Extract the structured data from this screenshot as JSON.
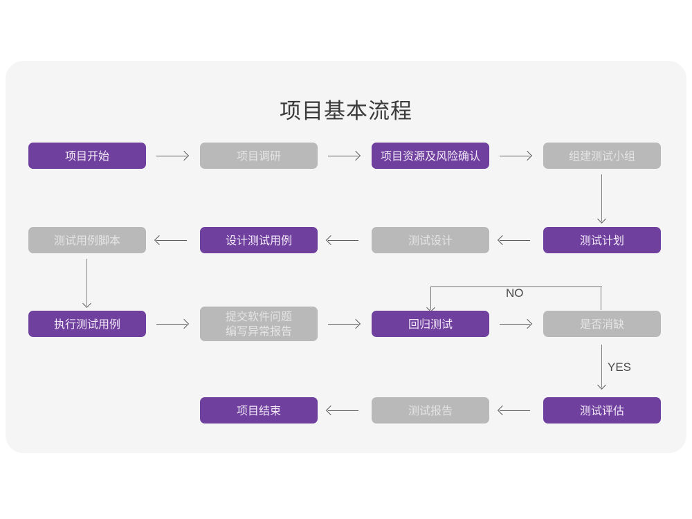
{
  "page": {
    "title": "项目基本流程",
    "background_color": "#ffffff",
    "panel_color": "#f5f5f5"
  },
  "theme": {
    "purple": "#70409f",
    "purple_text": "#f2e9f7",
    "gray": "#b9b9b9",
    "gray_text": "#e4e4e4",
    "arrow_color": "#5a5a5a",
    "title_color": "#3a3a3a"
  },
  "flow": {
    "nodes": [
      {
        "id": "n1",
        "label": "项目开始",
        "style": "purple",
        "row": 1,
        "col": 1
      },
      {
        "id": "n2",
        "label": "项目调研",
        "style": "gray",
        "row": 1,
        "col": 2
      },
      {
        "id": "n3",
        "label": "项目资源及风险确认",
        "style": "purple",
        "row": 1,
        "col": 3
      },
      {
        "id": "n4",
        "label": "组建测试小组",
        "style": "gray",
        "row": 1,
        "col": 4
      },
      {
        "id": "n5",
        "label": "测试用例脚本",
        "style": "gray",
        "row": 2,
        "col": 1
      },
      {
        "id": "n6",
        "label": "设计测试用例",
        "style": "purple",
        "row": 2,
        "col": 2
      },
      {
        "id": "n7",
        "label": "测试设计",
        "style": "gray",
        "row": 2,
        "col": 3
      },
      {
        "id": "n8",
        "label": "测试计划",
        "style": "purple",
        "row": 2,
        "col": 4
      },
      {
        "id": "n9",
        "label": "执行测试用例",
        "style": "purple",
        "row": 3,
        "col": 1
      },
      {
        "id": "n10",
        "label": "提交软件问题\n编写异常报告",
        "style": "gray",
        "row": 3,
        "col": 2
      },
      {
        "id": "n11",
        "label": "回归测试",
        "style": "purple",
        "row": 3,
        "col": 3
      },
      {
        "id": "n12",
        "label": "是否消缺",
        "style": "gray",
        "row": 3,
        "col": 4
      },
      {
        "id": "n13",
        "label": "项目结束",
        "style": "purple",
        "row": 4,
        "col": 2
      },
      {
        "id": "n14",
        "label": "测试报告",
        "style": "gray",
        "row": 4,
        "col": 3
      },
      {
        "id": "n15",
        "label": "测试评估",
        "style": "purple",
        "row": 4,
        "col": 4
      }
    ],
    "edge_labels": {
      "no": "NO",
      "yes": "YES"
    }
  }
}
